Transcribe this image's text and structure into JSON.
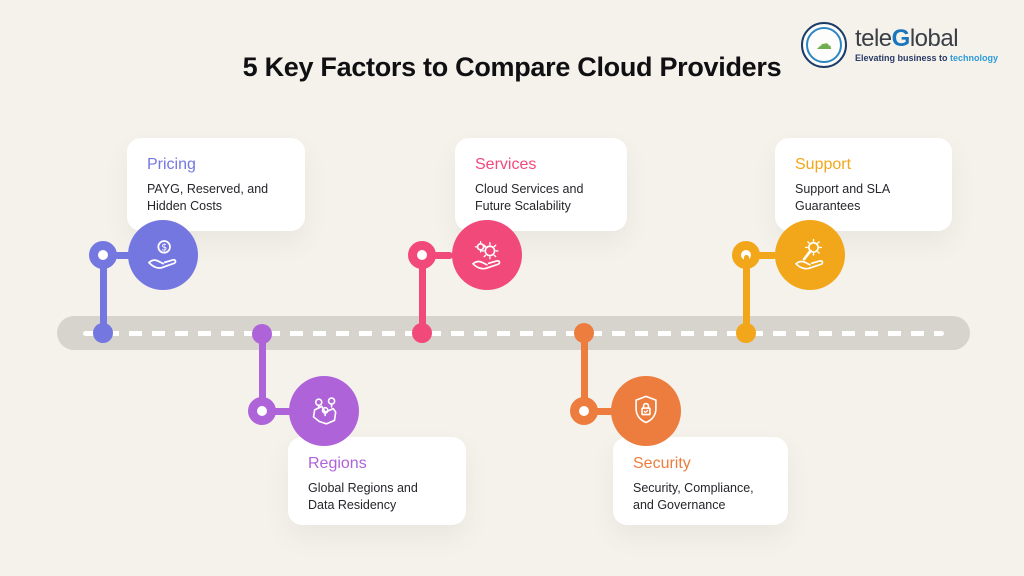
{
  "title": "5 Key Factors to Compare Cloud Providers",
  "logo": {
    "name_prefix": "tele",
    "name_accent": "G",
    "name_suffix": "lobal",
    "tagline_prefix": "Elevating business to ",
    "tagline_accent": "technology",
    "mark_glyph": "☁",
    "colors": {
      "name": "#3a3f46",
      "accent": "#1b75bb",
      "tagline": "#2a3b66",
      "tagline_accent": "#2e9bd6"
    }
  },
  "road": {
    "color": "#d7d3cd",
    "dash_color": "#ffffff"
  },
  "background_color": "#f5f2ec",
  "factors": [
    {
      "id": "pricing",
      "label": "Pricing",
      "description": "PAYG, Reserved, and Hidden Costs",
      "color": "#7577e1",
      "icon": "hand-dollar-icon",
      "position": "above"
    },
    {
      "id": "regions",
      "label": "Regions",
      "description": "Global Regions and Data Residency",
      "color": "#af63d9",
      "icon": "map-pins-icon",
      "position": "below"
    },
    {
      "id": "services",
      "label": "Services",
      "description": "Cloud Services and Future Scalability",
      "color": "#f2497b",
      "icon": "hand-gears-icon",
      "position": "above"
    },
    {
      "id": "security",
      "label": "Security",
      "description": "Security, Compliance, and Governance",
      "color": "#ed7d3e",
      "icon": "shield-lock-icon",
      "position": "below"
    },
    {
      "id": "support",
      "label": "Support",
      "description": "Support and SLA Guarantees",
      "color": "#f2a71b",
      "icon": "hand-support-icon",
      "position": "above"
    }
  ]
}
